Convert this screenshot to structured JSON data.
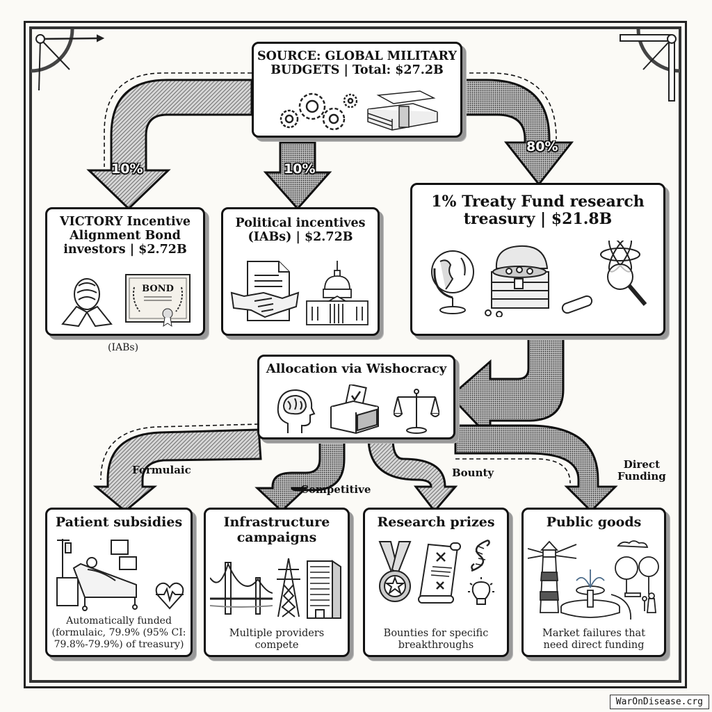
{
  "source": {
    "title": "SOURCE: GLOBAL MILITARY BUDGETS | Total: $27.2B",
    "title_line1": "SOURCE: GLOBAL MILITARY",
    "title_line2": "BUDGETS | Total: $27.2B",
    "icons": [
      "gears-icon",
      "money-stack-icon"
    ]
  },
  "flows_from_source": [
    {
      "percent": "10%",
      "to": "victory-bonds"
    },
    {
      "percent": "10%",
      "to": "political-incentives"
    },
    {
      "percent": "80%",
      "to": "treasury"
    }
  ],
  "victory_bonds": {
    "title_line1": "VICTORY Incentive",
    "title_line2": "Alignment Bond",
    "title_line3": "investors | $2.72B",
    "amount": "$2.72B",
    "caption": "(IABs)",
    "bond_label": "BOND",
    "icons": [
      "clasped-hands-icon",
      "bond-certificate-icon"
    ]
  },
  "political_incentives": {
    "title_line1": "Political incentives",
    "title_line2": "(IABs) | $2.72B",
    "amount": "$2.72B",
    "icons": [
      "handshake-contract-icon",
      "capitol-building-icon"
    ]
  },
  "treasury": {
    "title_line1": "1% Treaty Fund research",
    "title_line2": "treasury | $21.8B",
    "amount": "$21.8B",
    "icons": [
      "globe-icon",
      "treasure-chest-icon",
      "scroll-icon",
      "atom-magnifier-icon"
    ]
  },
  "allocation": {
    "title": "Allocation via Wishocracy",
    "icons": [
      "brain-head-icon",
      "ballot-box-icon",
      "scales-icon"
    ]
  },
  "allocation_flows": [
    {
      "label": "Formulaic",
      "to": "patient-subsidies"
    },
    {
      "label": "Competitive",
      "to": "infrastructure-campaigns"
    },
    {
      "label": "Bounty",
      "to": "research-prizes"
    },
    {
      "label_line1": "Direct",
      "label_line2": "Funding",
      "to": "public-goods"
    }
  ],
  "outcomes": [
    {
      "id": "patient-subsidies",
      "title_line1": "Patient subsidies",
      "title_line2": "",
      "desc_line1": "Automatically funded",
      "desc_line2": "(formulaic, 79.9% (95% CI:",
      "desc_line3": "79.8%-79.9%) of treasury)",
      "icons": [
        "hospital-bed-icon",
        "heartbeat-icon"
      ]
    },
    {
      "id": "infrastructure-campaigns",
      "title_line1": "Infrastructure",
      "title_line2": "campaigns",
      "desc_line1": "Multiple providers",
      "desc_line2": "compete",
      "icons": [
        "bridge-icon",
        "power-pylon-icon",
        "office-building-icon"
      ]
    },
    {
      "id": "research-prizes",
      "title_line1": "Research prizes",
      "title_line2": "",
      "desc_line1": "Bounties for specific",
      "desc_line2": "breakthroughs",
      "icons": [
        "medal-icon",
        "scroll-icon",
        "dna-icon",
        "lightbulb-icon"
      ]
    },
    {
      "id": "public-goods",
      "title_line1": "Public goods",
      "title_line2": "",
      "desc_line1": "Market failures that",
      "desc_line2": "need direct funding",
      "icons": [
        "lighthouse-icon",
        "fountain-icon",
        "park-icon"
      ]
    }
  ],
  "footer": {
    "site": "WarOnDisease.crg"
  },
  "colors": {
    "ink": "#111111",
    "paper": "#fbfaf6",
    "box_fill": "#ffffff",
    "hatch": "#555555"
  }
}
